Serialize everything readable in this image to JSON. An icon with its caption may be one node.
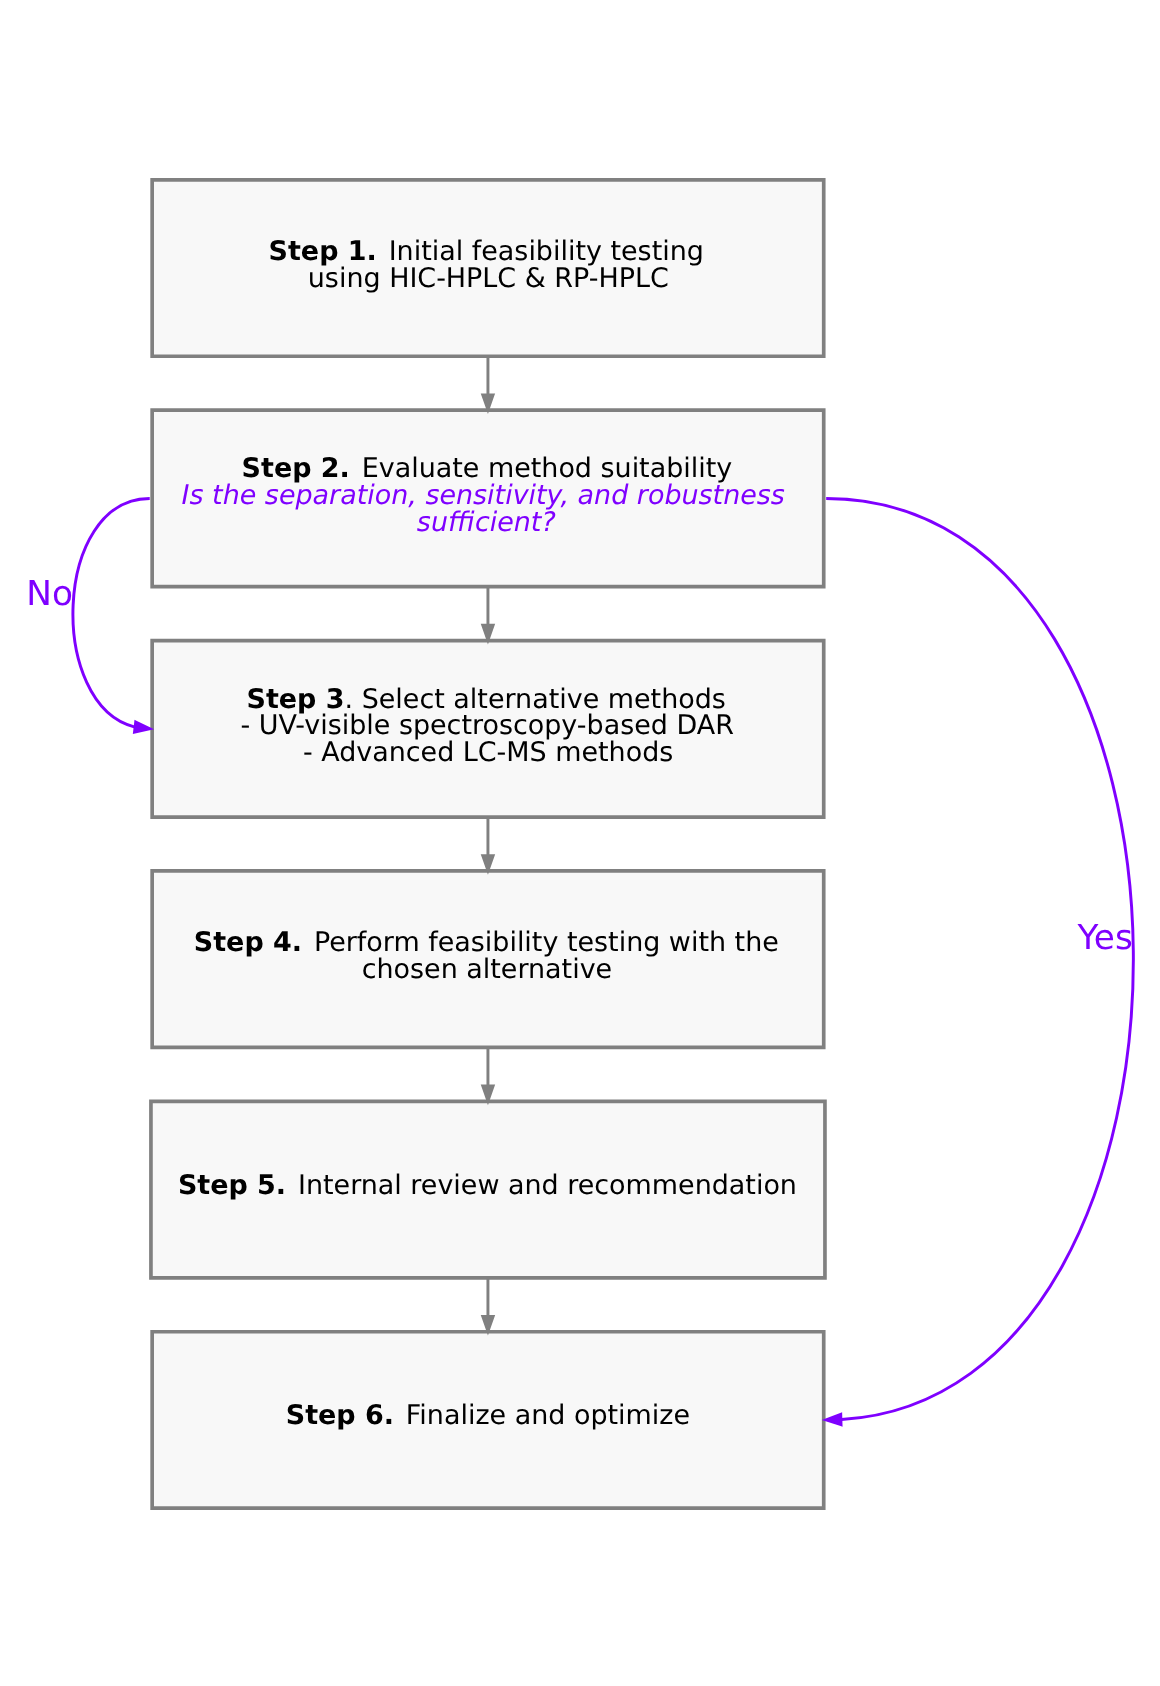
{
  "diagram": {
    "nodes": [
      {
        "text": [
          "**Step 1.** Initial feasibility testing using HIC-HPLC & RP-HPLC"
        ]
      },
      {
        "text": [
          "**Step 2.** Evaluate method suitability",
          "Is the separation, sensitivity, and robustness sufficient?"
        ]
      },
      {
        "text": [
          "**Step 3**. Select alternative methods",
          "- UV-visible spectroscopy-based DAR",
          "- Advanced LC-MS methods"
        ]
      },
      {
        "text": [
          "**Step 4.** Perform feasibility testing with the chosen alternative"
        ]
      },
      {
        "text": [
          "**Step 5.** Internal review and recommendation"
        ]
      },
      {
        "text": [
          "**Step 6.** Finalize and optimize"
        ]
      }
    ],
    "edges": [
      {
        "from": 0,
        "to": 1,
        "arrow": "to"
      },
      {
        "from": 1,
        "to": 2,
        "arrow": "to"
      },
      {
        "from": 2,
        "to": 3,
        "arrow": "to"
      },
      {
        "from": 3,
        "to": 4,
        "arrow": "to"
      },
      {
        "from": 4,
        "to": 5,
        "arrow": "to"
      },
      {
        "from": 1,
        "to": 2,
        "arrow": "to",
        "label": "No",
        "color": "#7f00ff"
      },
      {
        "from": 1,
        "to": 5,
        "arrow": "to",
        "label": "Yes",
        "color": "#7f00ff"
      }
    ]
  }
}
